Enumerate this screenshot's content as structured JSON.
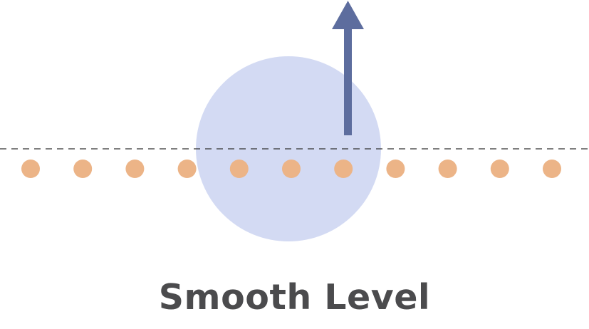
{
  "caption": "Smooth Level",
  "diagram": {
    "particle_count": 11,
    "arrow_direction": "up",
    "colors": {
      "circle": "#d3daf3",
      "arrow": "#5d6d9e",
      "particles": "#ecb487",
      "dashed_line": "#333333",
      "caption": "#4b4b4d"
    }
  }
}
